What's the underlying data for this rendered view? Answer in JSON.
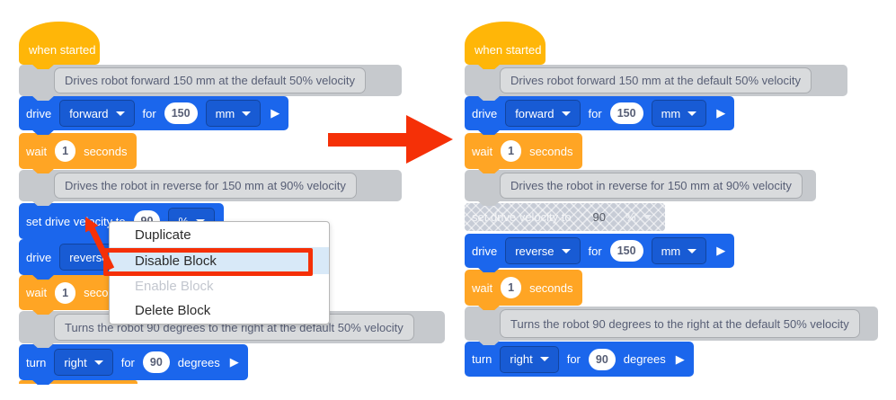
{
  "blocks": {
    "hat_label": "when started",
    "comment_forward": "Drives robot forward 150 mm at the default 50% velocity",
    "comment_reverse": "Drives the robot in reverse for 150 mm at 90% velocity",
    "comment_turn": "Turns the robot 90 degrees to the right at the default 50% velocity",
    "drive": {
      "verb": "drive",
      "forward": "forward",
      "reverse": "reverse",
      "for": "for",
      "distance": "150",
      "unit": "mm"
    },
    "wait": {
      "verb": "wait",
      "value": "1",
      "unit": "seconds"
    },
    "set_velocity": {
      "label": "set drive velocity to",
      "value": "90",
      "unit": "%"
    },
    "turn": {
      "verb": "turn",
      "direction": "right",
      "for": "for",
      "angle": "90",
      "unit": "degrees"
    }
  },
  "context_menu": {
    "items": [
      {
        "label": "Duplicate",
        "state": "normal"
      },
      {
        "label": "Disable Block",
        "state": "selected"
      },
      {
        "label": "Enable Block",
        "state": "disabled"
      },
      {
        "label": "Delete Block",
        "state": "normal"
      }
    ]
  },
  "icons": {
    "play": "▶"
  },
  "colors": {
    "block_blue": "#1b66ec",
    "block_orange": "#ffa524",
    "hat_yellow": "#ffb608",
    "comment_gray": "#c6c9cd",
    "disabled_gray": "#c7ccd6",
    "annotation_red": "#f53007",
    "menu_highlight": "#d8e9f8"
  }
}
